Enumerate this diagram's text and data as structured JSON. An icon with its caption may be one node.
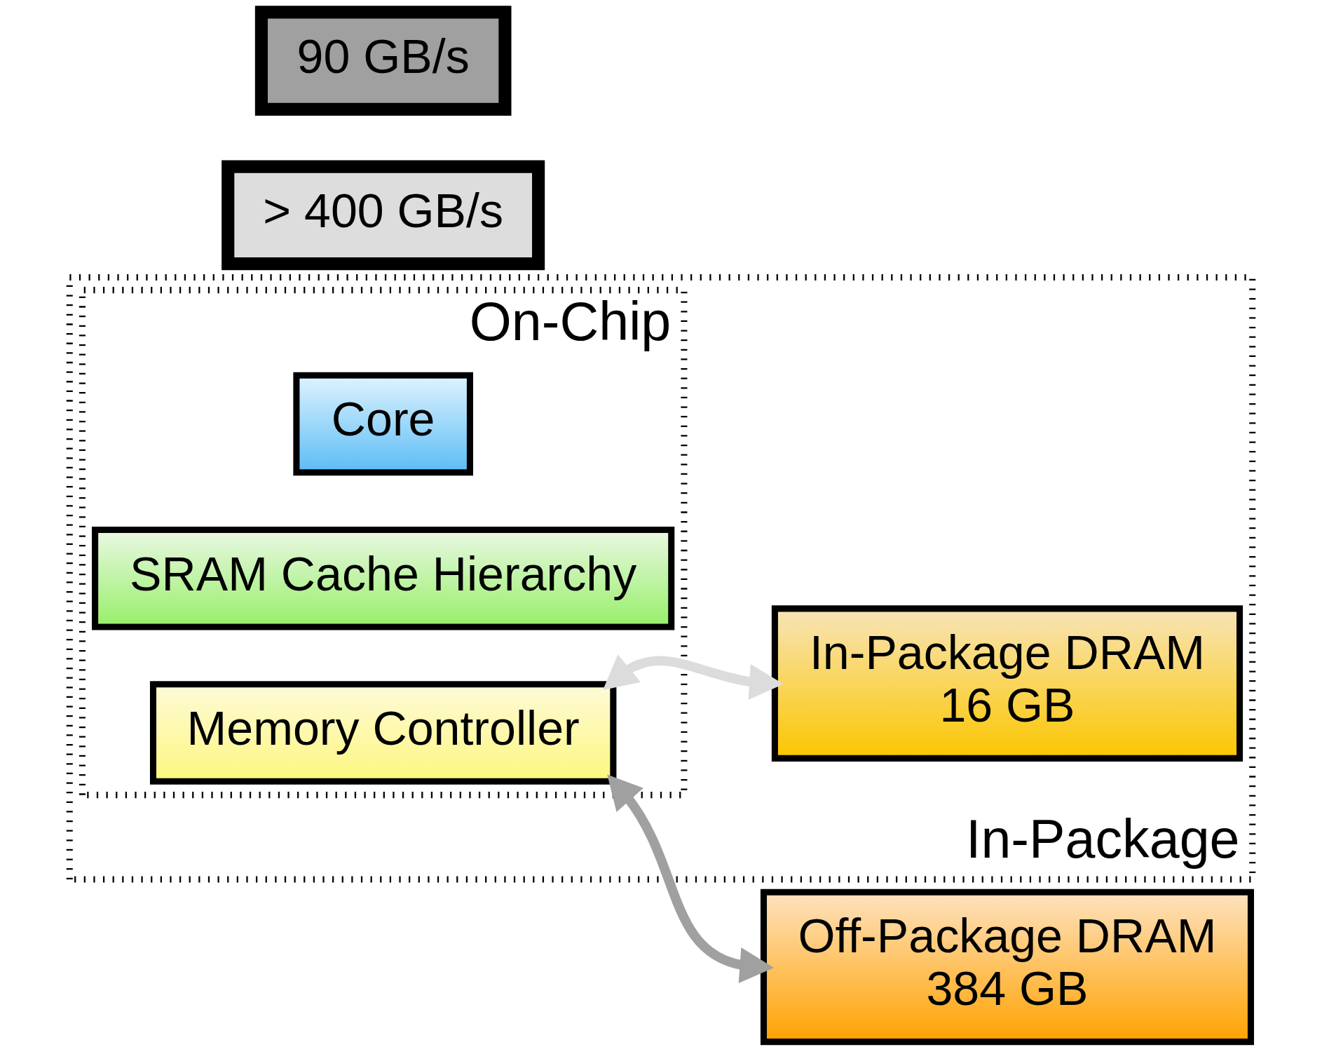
{
  "diagram": {
    "nodes": [
      {
        "text": [
          "In-Package"
        ]
      },
      {
        "text": [
          "On-Chip"
        ],
        "in": 0
      },
      {
        "text": [
          "Core"
        ],
        "in": 1
      },
      {
        "text": [
          "SRAM Cache Hierarchy"
        ],
        "in": 1
      },
      {
        "text": [
          "Memory Controller"
        ],
        "in": 1
      },
      {
        "text": [
          "In-Package DRAM",
          "16 GB"
        ],
        "in": 0
      },
      {
        "text": [
          "Off-Package DRAM",
          "384 GB"
        ]
      },
      {
        "text": [
          "> 400 GB/s"
        ]
      },
      {
        "text": [
          "90 GB/s"
        ]
      }
    ],
    "edges": [
      {
        "from": 4,
        "to": 5,
        "arrow": "both",
        "color": "#dcdcdc"
      },
      {
        "from": 4,
        "to": 6,
        "arrow": "both",
        "color": "#a0a0a0"
      }
    ]
  }
}
